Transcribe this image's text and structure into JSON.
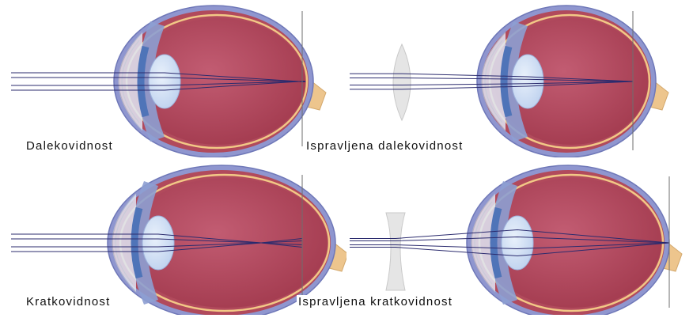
{
  "panels": [
    {
      "id": "farsighted",
      "label": "Dalekovidnost",
      "lens": "none",
      "focus": "behind-retina"
    },
    {
      "id": "farsighted-corrected",
      "label": "Ispravljena dalekovidnost",
      "lens": "convex",
      "focus": "on-retina"
    },
    {
      "id": "nearsighted",
      "label": "Kratkovidnost",
      "lens": "none",
      "focus": "in-front-of-retina"
    },
    {
      "id": "nearsighted-corrected",
      "label": "Ispravljena kratkovidnost",
      "lens": "concave",
      "focus": "on-retina"
    }
  ],
  "colors": {
    "eyeball": "#a23a4e",
    "eyeball_light": "#c25c72",
    "sclera": "#8f96cf",
    "sclera_outline": "#6f78b8",
    "retina_line": "#f2c886",
    "lens": "#bcd0ee",
    "cornea": "#dfe6f4",
    "iris": "#4f74b8",
    "optic_nerve": "#edc58d",
    "ray": "#2b2b6e",
    "focal_line": "#707070",
    "corrective_lens": "#e3e3e3"
  }
}
